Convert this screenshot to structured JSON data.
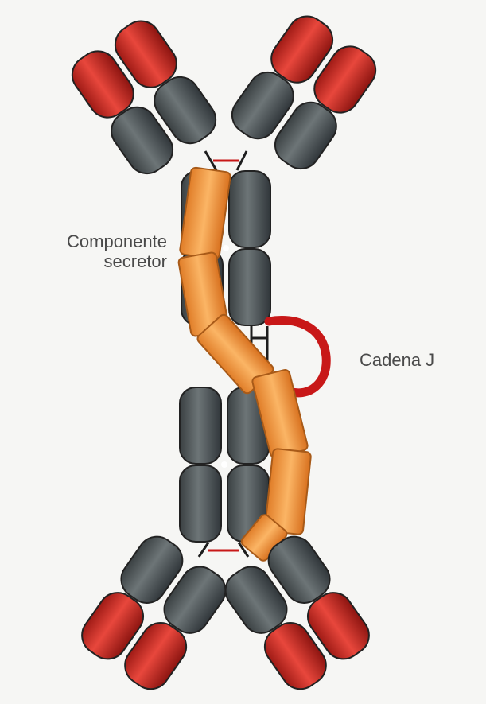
{
  "labels": {
    "secretory_component_line1": "Componente",
    "secretory_component_line2": "secretor",
    "j_chain": "Cadena J"
  },
  "colors": {
    "background": "#f6f6f4",
    "heavy_constant_domain": "#4e5557",
    "variable_domain": "#c8231c",
    "secretory_component": "#f0963c",
    "j_chain": "#c81818",
    "label_text": "#4a4a4a"
  }
}
